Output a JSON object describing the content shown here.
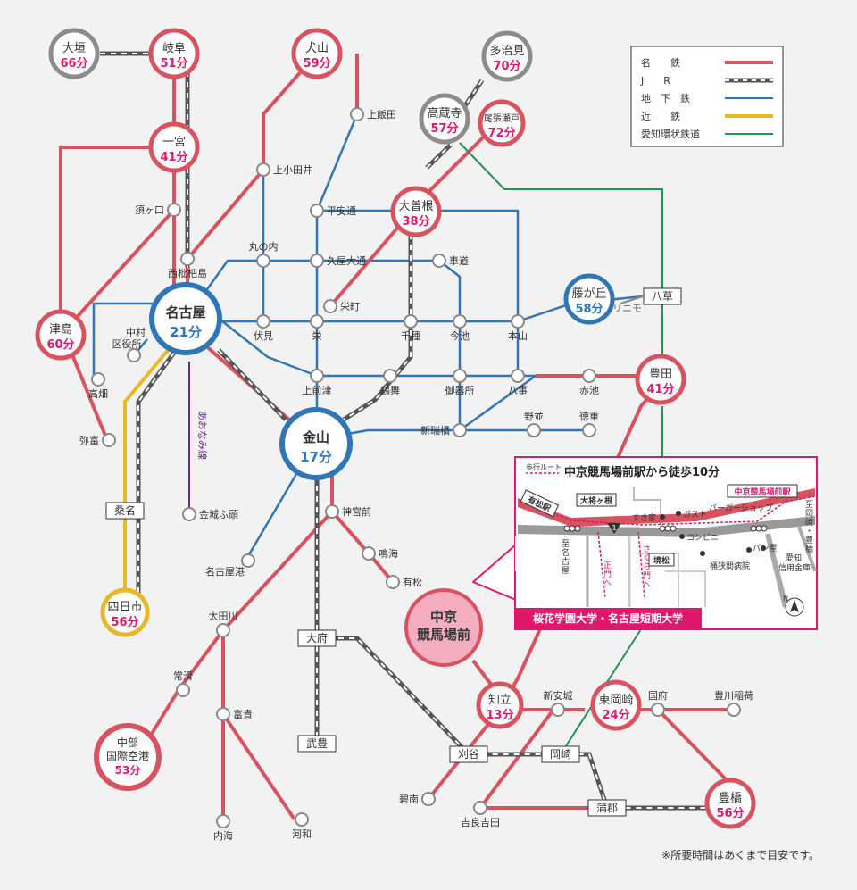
{
  "colors": {
    "meitetsu": "#d9525f",
    "subway": "#2f76b6",
    "kintetsu": "#e6b82a",
    "aikan": "#229457",
    "aonami": "#6a2a8c",
    "jr_dark": "#555555",
    "gray_circle": "#8c8c8c",
    "accent": "#e0176a",
    "text": "#333333"
  },
  "legend": {
    "items": [
      {
        "label": "名　　鉄",
        "line": "meitetsu"
      },
      {
        "label": "J　　R",
        "line": "jr"
      },
      {
        "label": "地　下　鉄",
        "line": "subway"
      },
      {
        "label": "近　　鉄",
        "line": "kintetsu"
      },
      {
        "label": "愛知環状鉄道",
        "line": "aikan"
      }
    ]
  },
  "aonami_label": "あおなみ線",
  "big_stations": [
    {
      "name": "大垣",
      "time": "66分",
      "ring": "gray"
    },
    {
      "name": "岐阜",
      "time": "51分",
      "ring": "red"
    },
    {
      "name": "犬山",
      "time": "59分",
      "ring": "red"
    },
    {
      "name": "多治見",
      "time": "70分",
      "ring": "gray"
    },
    {
      "name": "高蔵寺",
      "time": "57分",
      "ring": "gray"
    },
    {
      "name": "尾張瀬戸",
      "time": "72分",
      "ring": "red"
    },
    {
      "name": "一宮",
      "time": "41分",
      "ring": "red"
    },
    {
      "name": "大曽根",
      "time": "38分",
      "ring": "red"
    },
    {
      "name": "津島",
      "time": "60分",
      "ring": "red"
    },
    {
      "name": "名古屋",
      "time": "21分",
      "ring": "blue"
    },
    {
      "name": "藤が丘",
      "time": "58分",
      "ring": "blue"
    },
    {
      "name": "豊田",
      "time": "41分",
      "ring": "red"
    },
    {
      "name": "金山",
      "time": "17分",
      "ring": "blue"
    },
    {
      "name": "四日市",
      "time": "56分",
      "ring": "yellow"
    },
    {
      "name": "中部国際空港",
      "time": "53分",
      "ring": "red"
    },
    {
      "name": "知立",
      "time": "13分",
      "ring": "red"
    },
    {
      "name": "東岡崎",
      "time": "24分",
      "ring": "red"
    },
    {
      "name": "豊橋",
      "time": "56分",
      "ring": "red"
    }
  ],
  "small_stations": [
    "上飯田",
    "上小田井",
    "平安通",
    "須ヶ口",
    "車道",
    "丸の内",
    "久屋大通",
    "西枇杷島",
    "栄町",
    "中村区役所",
    "伏見",
    "栄",
    "千種",
    "今池",
    "本山",
    "高畑",
    "上前津",
    "鶴舞",
    "御器所",
    "八事",
    "赤池",
    "新瑞橋",
    "野並",
    "徳重",
    "弥富",
    "金城ふ頭",
    "神宮前",
    "名古屋港",
    "鳴海",
    "有松",
    "太田川",
    "常滑",
    "富貴",
    "新安城",
    "国府",
    "豊川稲荷",
    "内海",
    "河和",
    "碧南",
    "吉良吉田"
  ],
  "jr_boxes": [
    "八草",
    "桑名",
    "大府",
    "武豊",
    "刈谷",
    "岡崎",
    "蒲郡"
  ],
  "linimo": "リニモ",
  "destination": {
    "line1": "中京",
    "line2": "競馬場前"
  },
  "inset": {
    "route_label": "歩行ルート",
    "title": "中京競馬場前駅から徒歩10分",
    "arimatsu": "有松駅",
    "ohbokane": "大将ヶ根",
    "chukyo_station": "中京競馬場前駅",
    "sukiya": "すき家",
    "gusto": "ガスト",
    "burger": "バーガーショップ",
    "oka_toyo": "至岡崎・豊橋",
    "route_no": "1",
    "to_nagoya": "至名古屋",
    "konbini": "コンビニ",
    "panya": "パン屋",
    "sakaimatsu": "境松",
    "okehazama": "桶狭間病院",
    "shinkin": "愛知信用金庫",
    "seimon": "正門へ",
    "sakuramon": "さくら門へ",
    "banner": "桜花学園大学・名古屋短期大学",
    "north": "N"
  },
  "footnote": "※所要時間はあくまで目安です。"
}
